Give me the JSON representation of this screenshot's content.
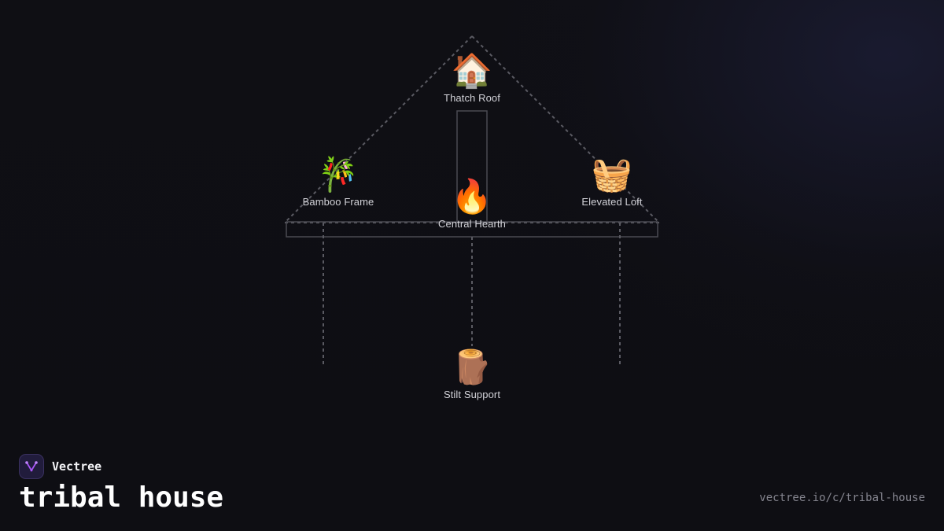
{
  "brand": {
    "name": "Vectree",
    "logo_icon": "vectree-logo-icon",
    "logo_color": "#a855f7"
  },
  "title": "tribal house",
  "url": "vectree.io/c/tribal-house",
  "diagram": {
    "line_color": "#5a5a62",
    "nodes": {
      "roof": {
        "icon": "🏠",
        "icon_name": "house-icon",
        "label": "Thatch Roof"
      },
      "frame": {
        "icon": "🎋",
        "icon_name": "bamboo-icon",
        "label": "Bamboo Frame"
      },
      "hearth": {
        "icon": "🔥",
        "icon_name": "fire-icon",
        "label": "Central Hearth"
      },
      "loft": {
        "icon": "🧺",
        "icon_name": "basket-icon",
        "label": "Elevated Loft"
      },
      "stilt": {
        "icon": "🪵",
        "icon_name": "log-icon",
        "label": "Stilt Support"
      }
    }
  }
}
